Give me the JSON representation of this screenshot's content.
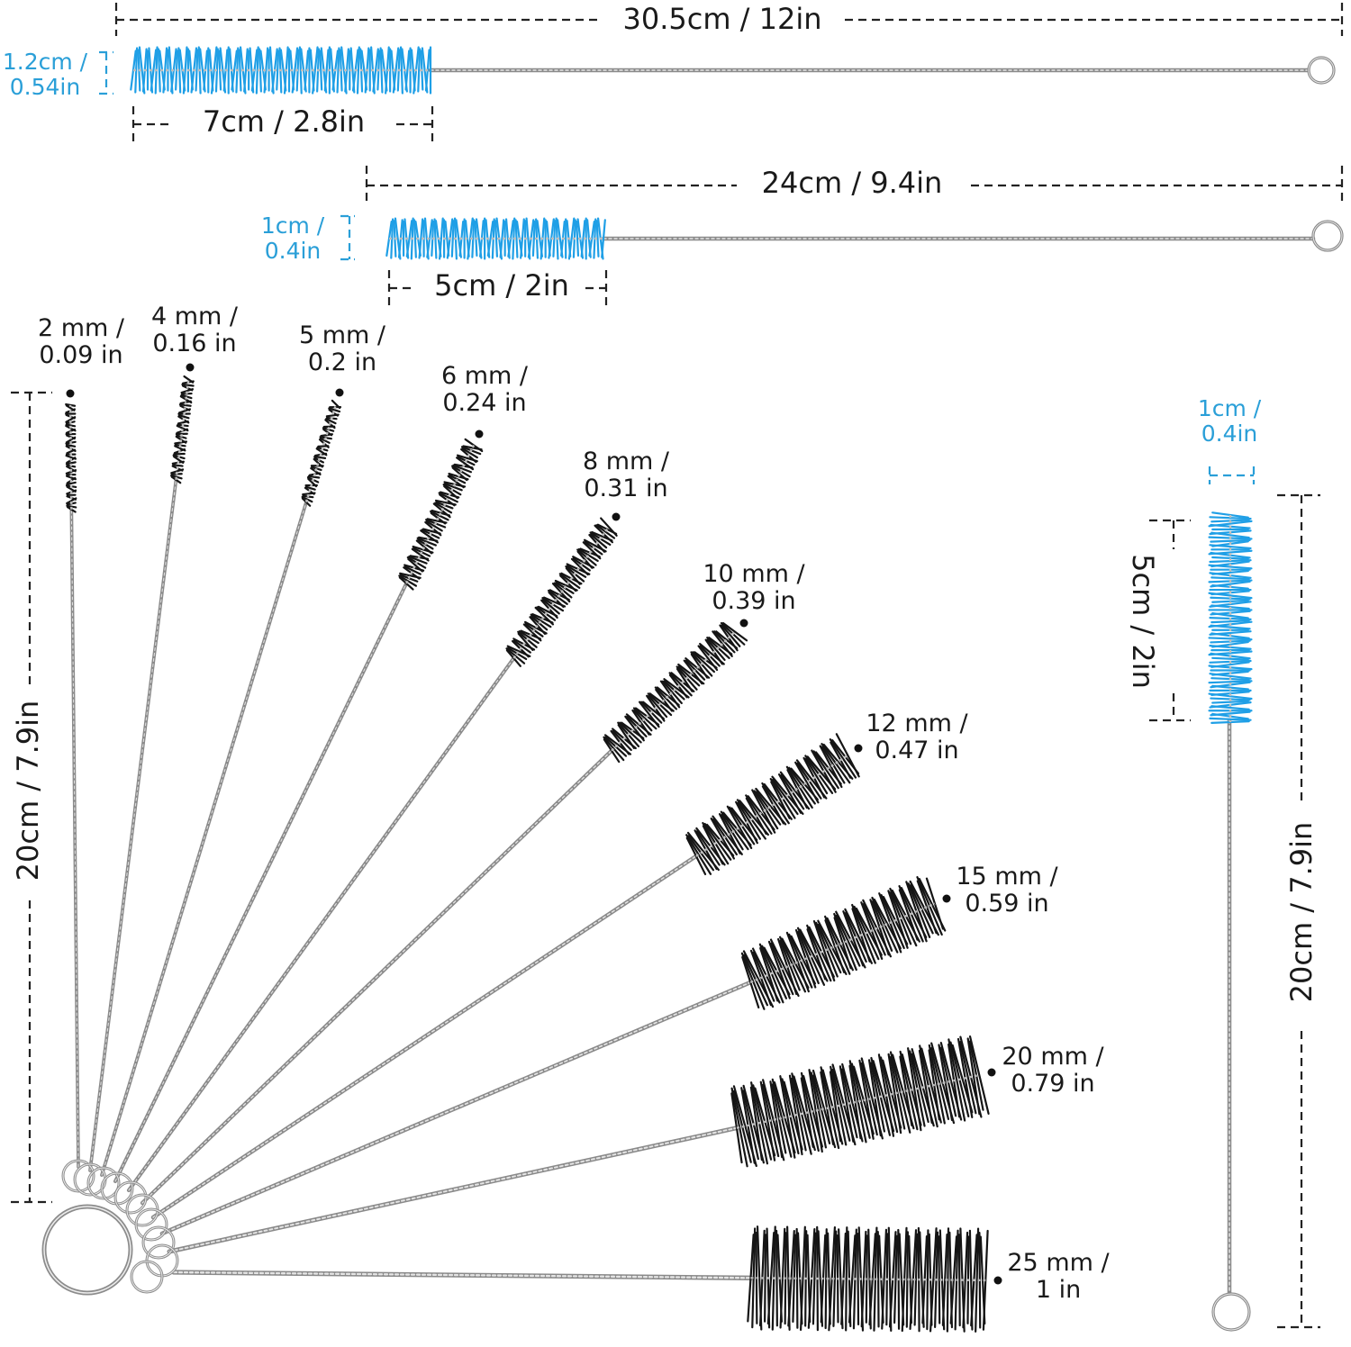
{
  "colors": {
    "accent_blue": "#2a9fd8",
    "bristle_blue": "#1f9fe6",
    "bristle_black": "#151515",
    "wire": "#9a9a9a",
    "text": "#1a1a1a"
  },
  "long_brush_1": {
    "length_label": "30.5cm / 12in",
    "diameter_line1": "1.2cm /",
    "diameter_line2": "0.54in",
    "head_label": "7cm / 2.8in"
  },
  "long_brush_2": {
    "length_label": "24cm / 9.4in",
    "diameter_line1": "1cm /",
    "diameter_line2": "0.4in",
    "head_label": "5cm / 2in"
  },
  "vertical_brush": {
    "diameter_line1": "1cm /",
    "diameter_line2": "0.4in",
    "head_label": "5cm / 2in",
    "length_label": "20cm / 7.9in"
  },
  "fan_set": {
    "length_label": "20cm / 7.9in",
    "brushes": [
      {
        "line1": "2 mm /",
        "line2": "0.09 in"
      },
      {
        "line1": "4 mm /",
        "line2": "0.16 in"
      },
      {
        "line1": "5 mm /",
        "line2": "0.2 in"
      },
      {
        "line1": "6 mm /",
        "line2": "0.24 in"
      },
      {
        "line1": "8 mm /",
        "line2": "0.31 in"
      },
      {
        "line1": "10 mm /",
        "line2": "0.39 in"
      },
      {
        "line1": "12 mm /",
        "line2": "0.47 in"
      },
      {
        "line1": "15 mm /",
        "line2": "0.59 in"
      },
      {
        "line1": "20 mm /",
        "line2": "0.79 in"
      },
      {
        "line1": "25 mm /",
        "line2": "1 in"
      }
    ]
  }
}
